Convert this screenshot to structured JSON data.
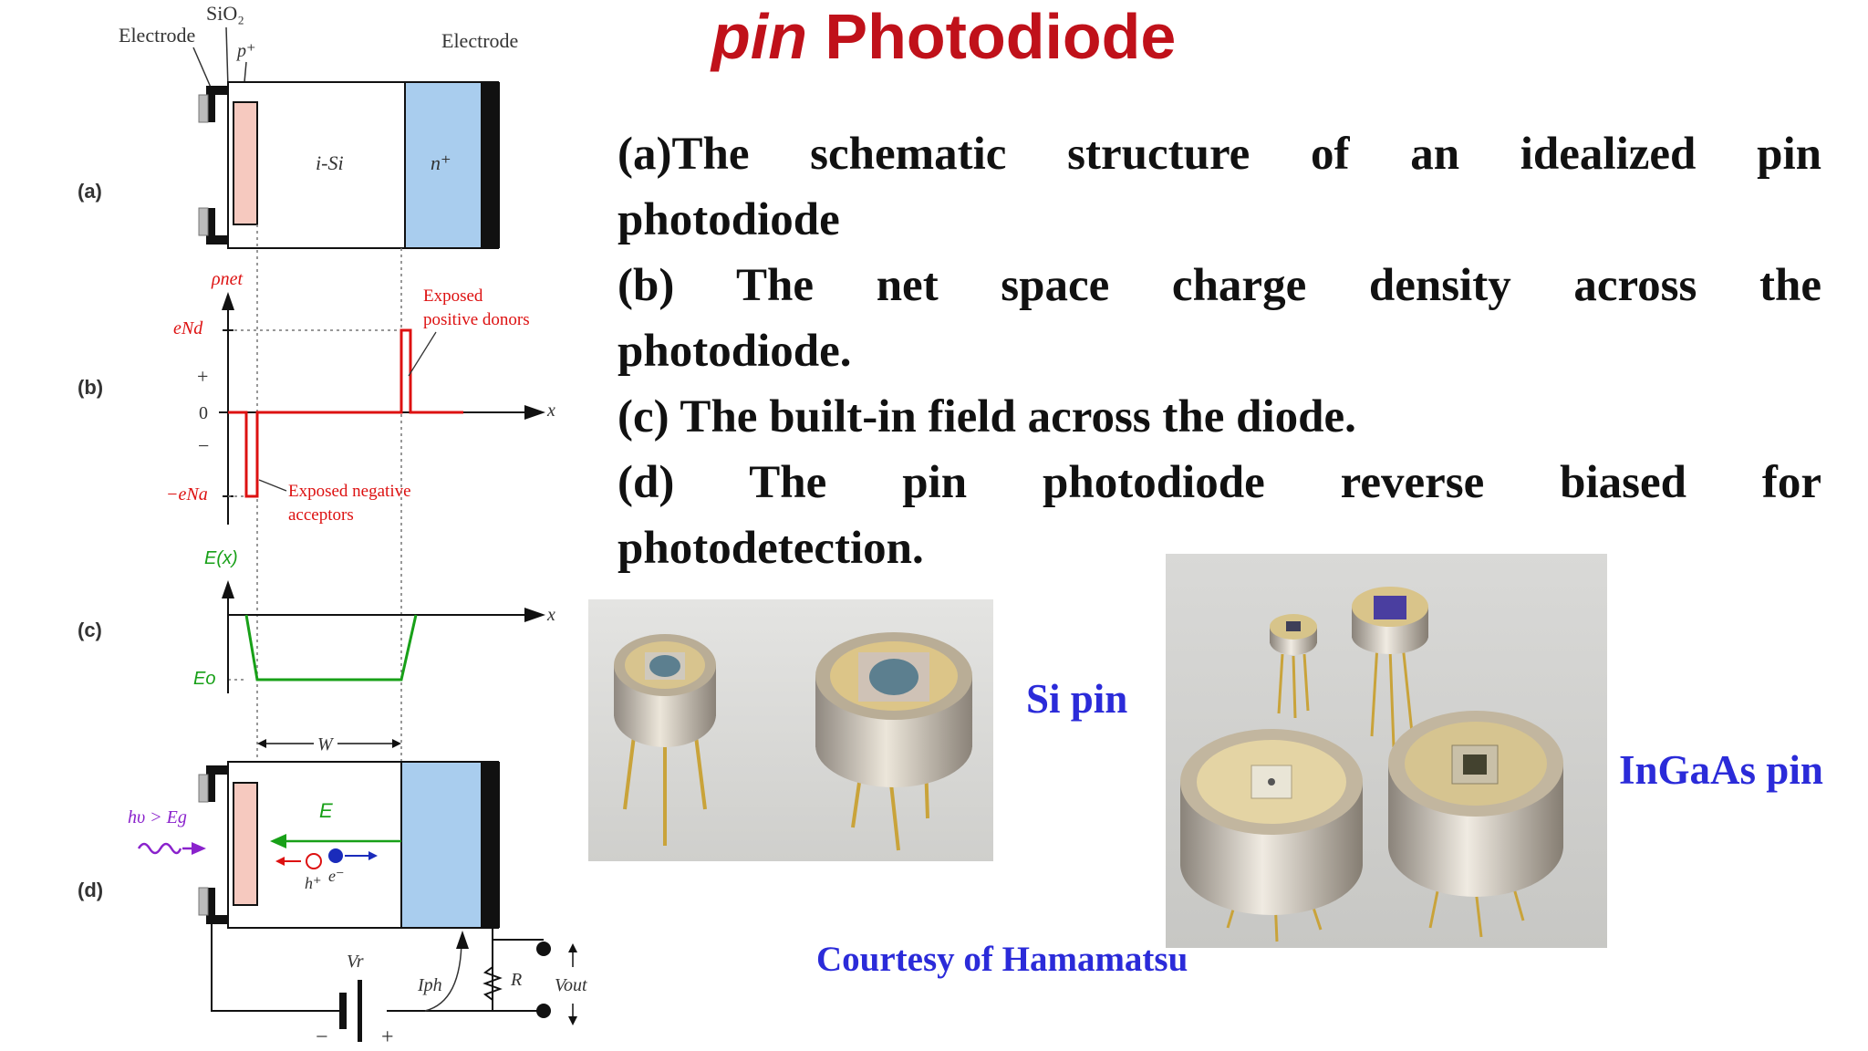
{
  "title": {
    "italic": "pin",
    "rest": "Photodiode"
  },
  "description": [
    {
      "text": "(a)The schematic structure of an idealized pin",
      "fill": true
    },
    {
      "text": "photodiode",
      "fill": false
    },
    {
      "text": "(b) The net space charge density across the",
      "fill": true
    },
    {
      "text": "photodiode.",
      "fill": false
    },
    {
      "text": "(c) The built-in field across the diode.",
      "fill": false
    },
    {
      "text": "(d) The pin photodiode reverse biased for",
      "fill": true
    },
    {
      "text": "photodetection.",
      "fill": false
    }
  ],
  "diagram": {
    "label_a": "(a)",
    "label_b": "(b)",
    "label_c": "(c)",
    "label_d": "(d)",
    "electrode_left": "Electrode",
    "electrode_right": "Electrode",
    "sio2": "SiO₂",
    "p_plus": "p⁺",
    "i_si": "i-Si",
    "n_plus": "n⁺",
    "rho_net": "ρnet",
    "end": "eNd",
    "plus": "+",
    "zero": "0",
    "minus": "−",
    "ena": "−eNa",
    "x": "x",
    "exposed_pos_1": "Exposed",
    "exposed_pos_2": "positive donors",
    "exposed_neg_1": "Exposed negative",
    "exposed_neg_2": "acceptors",
    "ex": "E(x)",
    "eo": "Eo",
    "w": "W",
    "hv": "hυ > Eg",
    "e_field": "E",
    "hplus": "h⁺",
    "eminus": "e⁻",
    "vr": "Vr",
    "iph": "Iph",
    "r": "R",
    "vout": "Vout",
    "bat_minus": "−",
    "bat_plus": "+"
  },
  "photos": {
    "si_caption": "Si pin",
    "ingaas_caption": "InGaAs pin",
    "courtesy": "Courtesy of Hamamatsu"
  },
  "colors": {
    "title": "#c0111a",
    "caption": "#2b2bd9",
    "red_curve": "#dd1111",
    "green_curve": "#18a018",
    "p_region": "#f6c9bf",
    "n_region": "#a9cdee"
  }
}
